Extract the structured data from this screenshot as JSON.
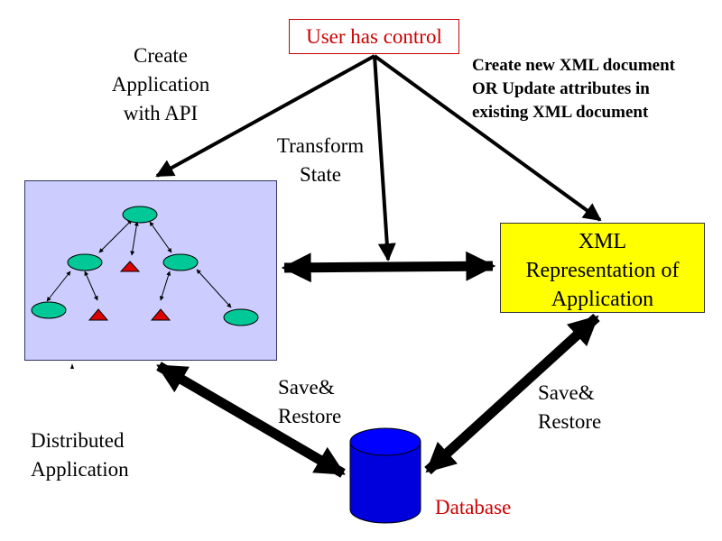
{
  "labels": {
    "user_control": "User has control",
    "create_app_line1": "Create",
    "create_app_line2": "Application",
    "create_app_line3": "with API",
    "transform_line1": "Transform",
    "transform_line2": "State",
    "xml_note_line1": "Create new XML document",
    "xml_note_line2": "OR Update attributes in",
    "xml_note_line3": "existing XML document",
    "xml_line1": "XML",
    "xml_line2": "Representation of",
    "xml_line3": "Application",
    "save_restore_left_line1": "Save&",
    "save_restore_left_line2": "Restore",
    "save_restore_right_line1": "Save&",
    "save_restore_right_line2": "Restore",
    "distributed_line1": "Distributed",
    "distributed_line2": "Application",
    "database": "Database"
  },
  "colors": {
    "user_box_border": "#cc0000",
    "user_box_text": "#cc0000",
    "app_panel_fill": "#ccccff",
    "xml_box_fill": "#ffff00",
    "node_ellipse_fill": "#00c896",
    "node_triangle_fill": "#dd0000",
    "database_fill": "#0000dd",
    "database_label": "#cc0000"
  },
  "icons": {
    "database": "database-cylinder-icon",
    "tree": "application-tree-diagram"
  }
}
